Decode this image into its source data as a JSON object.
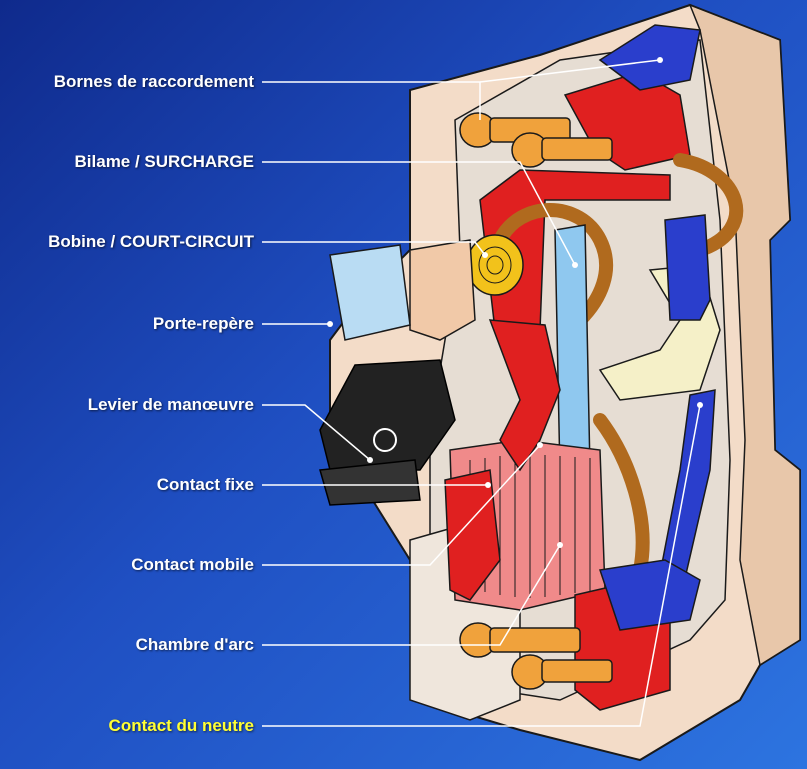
{
  "colors": {
    "background_top": "#0f2a8c",
    "background_bottom": "#2d74e0",
    "label_text": "#ffffff",
    "neutral_label_text": "#ffff33",
    "housing": "#f3dcc8",
    "inner_case": "#e6ddd3",
    "thermal_red": "#e02020",
    "arc_chamber": "#f08a8a",
    "blue_parts": "#2a3ecc",
    "light_blue_bar": "#8fc8ef",
    "screw_orange": "#f0a23c",
    "braid_brown": "#b06a1e",
    "lever_black": "#222222",
    "coil_yellow": "#f2c21b"
  },
  "labels": [
    {
      "id": "bornes",
      "text": "Bornes de raccordement"
    },
    {
      "id": "bilame",
      "text": "Bilame / SURCHARGE"
    },
    {
      "id": "bobine",
      "text": "Bobine / COURT-CIRCUIT"
    },
    {
      "id": "porte",
      "text": "Porte-repère"
    },
    {
      "id": "levier",
      "text": "Levier de  manœuvre"
    },
    {
      "id": "contact_fixe",
      "text": "Contact fixe"
    },
    {
      "id": "contact_mobile",
      "text": "Contact mobile"
    },
    {
      "id": "chambre",
      "text": "Chambre d'arc"
    },
    {
      "id": "neutre",
      "text": "Contact du neutre"
    }
  ]
}
